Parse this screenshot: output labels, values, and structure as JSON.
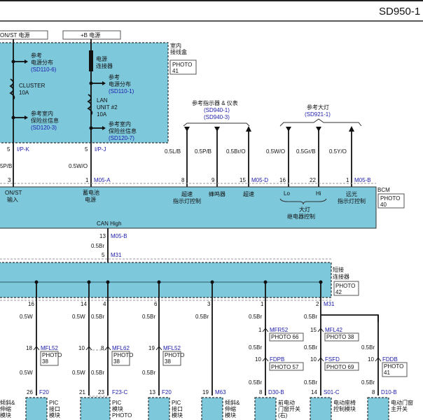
{
  "header": {
    "page_id": "SD950-1"
  },
  "power": {
    "on_st": "ON/ST 电源",
    "plus_b": "+B 电源"
  },
  "junction_box": {
    "label_1": "室内",
    "label_2": "接线盒",
    "photo_1": "PHOTO",
    "photo_2": "41",
    "ref1_a": "参考",
    "ref1_b": "电源分布",
    "ref1_code": "(SD110-6)",
    "fuse1_name": "CLUSTER",
    "fuse1_rating": "10A",
    "ref2_a": "参考室内",
    "ref2_b": "保险丝信息",
    "ref2_code": "(SD120-3)",
    "connector_a": "电源",
    "connector_b": "连接器",
    "ref3_a": "参考",
    "ref3_b": "电源分布",
    "ref3_code": "(SD110-1)",
    "fuse2_name": "LAN",
    "fuse2_name2": "UNIT #2",
    "fuse2_rating": "10A",
    "ref4_a": "参考室内",
    "ref4_b": "保险丝信息",
    "ref4_code": "(SD120-7)",
    "pin1": "5",
    "conn1": "I/P-K",
    "pin2": "5",
    "conn2": "I/P-J"
  },
  "refs": {
    "cluster_title": "参考指示器 & 仪表",
    "cluster_code1": "(SD940-1)",
    "cluster_code2": "(SD940-3)",
    "head_title": "参考大灯",
    "head_code": "(SD921-1)"
  },
  "bcm_wires": [
    {
      "wire": "5P/B",
      "pin": "3",
      "conn": ""
    },
    {
      "wire": "0.5W/O",
      "pin": "1",
      "conn": "M05-A"
    },
    {
      "wire": "0.5L/B",
      "pin": "8",
      "conn": ""
    },
    {
      "wire": "0.5P/B",
      "pin": "9",
      "conn": ""
    },
    {
      "wire": "0.5Br/O",
      "pin": "15",
      "conn": "M05-D"
    },
    {
      "wire": "0.5W/O",
      "pin": "16",
      "conn": ""
    },
    {
      "wire": "0.5Gr/B",
      "pin": "22",
      "conn": ""
    },
    {
      "wire": "0.5Y/O",
      "pin": "1",
      "conn": "M05-B"
    }
  ],
  "bcm": {
    "label": "BCM",
    "photo_1": "PHOTO",
    "photo_2": "40",
    "in1_a": "ON/ST",
    "in1_b": "输入",
    "in2_a": "蓄电池",
    "in2_b": "电源",
    "in3_a": "超速",
    "in3_b": "指示灯控制",
    "in4": "蜂鸣器",
    "in5": "超速",
    "lo": "Lo",
    "hi": "Hi",
    "head_a": "大灯",
    "head_b": "继电器控制",
    "hb_a": "远光",
    "hb_b": "指示灯控制",
    "can": "CAN High",
    "out_pin": "13",
    "out_conn": "M05-B",
    "out_wire": "0.5Br",
    "m31_pin": "5",
    "m31_conn": "M31"
  },
  "joint": {
    "label_1": "短接",
    "label_2": "连接器",
    "photo_1": "PHOTO",
    "photo_2": "42"
  },
  "branches": [
    {
      "pin": "16",
      "w1": "0.5W",
      "ip": "18",
      "ic": "MFL52",
      "ph": "PHOTO",
      "ph2": "38",
      "w2": "0.5W",
      "ep": "26",
      "ec": "F20",
      "m1": "PIC",
      "m2": "接口",
      "m3": "模块"
    },
    {
      "pin": "14",
      "w1": "0.5W",
      "ip": "10",
      "w2": "0.5W",
      "ep": "21"
    },
    {
      "pin": "4",
      "w1": "0.5Br",
      "ip": "8",
      "ic": "MFL62",
      "ph": "PHOTO",
      "ph2": "38",
      "w2": "0.5Br",
      "ep": "23",
      "ec": "F23-C",
      "m1": "PIC",
      "m2": "模块",
      "m3": "PHOTO"
    },
    {
      "pin": "6",
      "w1": "0.5Br",
      "ip": "19",
      "ic": "MFL52",
      "ph": "PHOTO",
      "ph2": "38",
      "w2": "0.5Br",
      "ep": "13",
      "ec": "F20",
      "m1": "PIC",
      "m2": "接口",
      "m3": "模块"
    },
    {
      "pin": "3",
      "w1": "0.5Br",
      "ep": "19",
      "ec": "M63",
      "m1": "倾斜&",
      "m2": "伸缩",
      "m3": "模块"
    },
    {
      "pin": "1",
      "w1": "0.5Br",
      "ip": "1",
      "ic": "MFR52",
      "ph": "PHOTO 66",
      "w2": "0.5Br",
      "ip2": "10",
      "ic2": "FDPB",
      "ph2": "PHOTO 57",
      "w3": "0.5Br",
      "ep": "8",
      "ec": "D30-B",
      "m1": "前电动",
      "m2": "门窗开关",
      "m3": "(右)"
    },
    {
      "pin": "2",
      "conn": "M31",
      "w1": "0.5Br",
      "ip": "15",
      "ic": "MFL42",
      "ph": "PHOTO 38",
      "w2": "0.5Br",
      "ip2": "10",
      "ic2": "FSFD",
      "ph2": "PHOTO 69",
      "w3": "0.5Br",
      "ep": "14",
      "ec": "S01-C",
      "m1": "电动座椅",
      "m2": "控制模块"
    },
    {
      "w2": "0.5Br",
      "ip2": "10",
      "ic2": "FDDB",
      "ph2a": "PHOTO",
      "ph2b": "41",
      "w3": "0.5Br",
      "ep": "8",
      "ec": "D10-B",
      "m1": "电动门窗",
      "m2": "主开关"
    }
  ],
  "left_module": {
    "m1": "倾斜&",
    "m2": "伸缩",
    "m3": "模块"
  }
}
